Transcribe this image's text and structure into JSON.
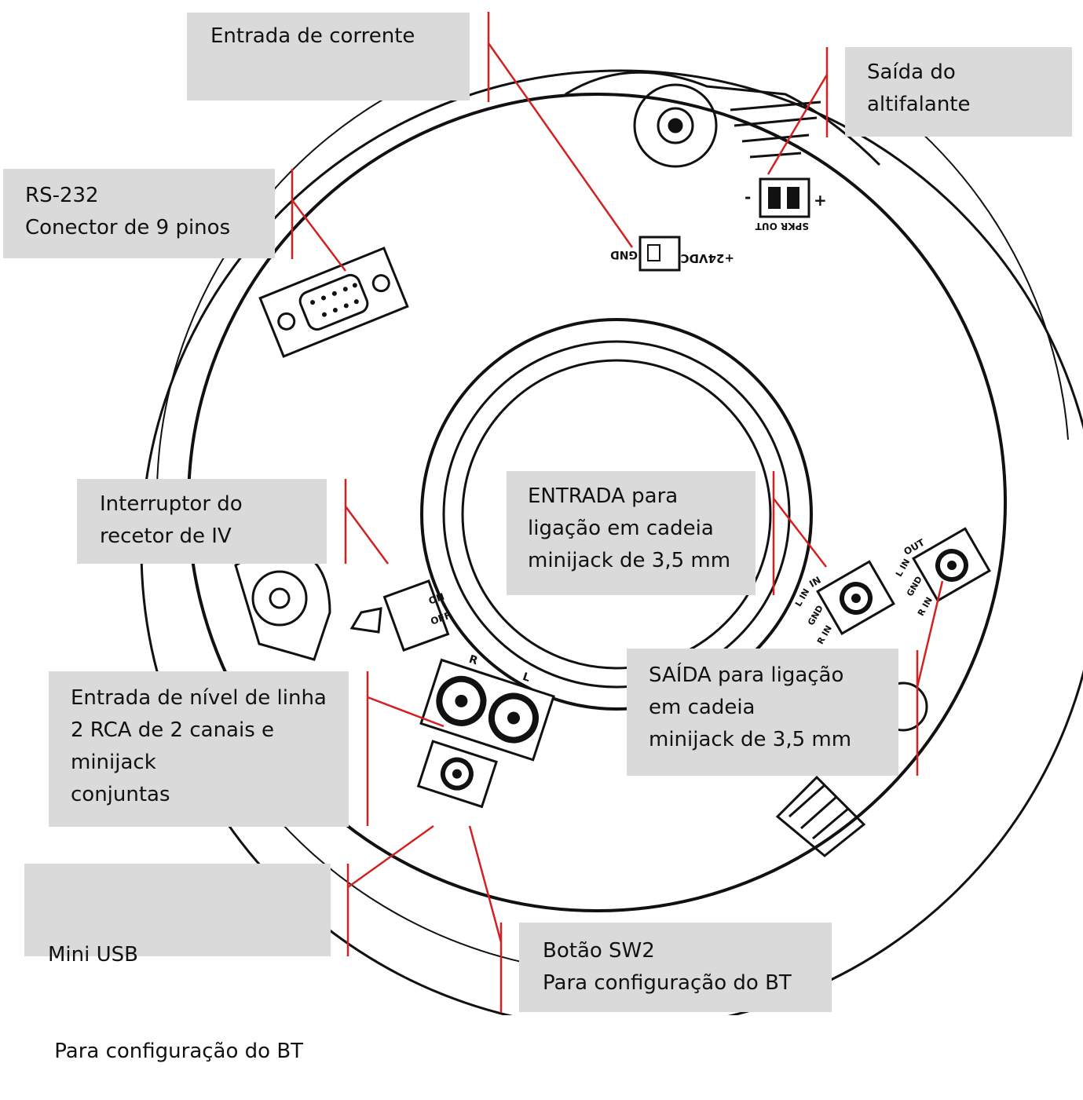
{
  "labels": {
    "power_input": [
      "Entrada de corrente"
    ],
    "speaker_output": [
      "Saída do",
      "altifalante"
    ],
    "rs232": [
      "RS-232",
      "Conector de 9 pinos"
    ],
    "ir_switch": [
      "Interruptor do",
      "recetor de IV"
    ],
    "daisy_in": [
      "ENTRADA para",
      "ligação em cadeia",
      "minijack de 3,5 mm"
    ],
    "daisy_out": [
      "SAÍDA para ligação",
      "em cadeia",
      "minijack de 3,5 mm"
    ],
    "line_input": [
      "Entrada de nível de linha",
      "2 RCA de 2 canais e",
      "minijack",
      "conjuntas"
    ],
    "mini_usb": [
      "Mini USB",
      " Para configuração do BT"
    ],
    "sw2_button": [
      "Botão SW2",
      "Para configuração do BT"
    ]
  },
  "board_markings": {
    "power_connector": "+24VDC",
    "power_gnd": "GND",
    "speaker_connector": "SPKR OUT",
    "speaker_minus": "-",
    "speaker_plus": "+",
    "ir_switch_on": "ON",
    "ir_switch_off": "OFF",
    "rca_r": "R",
    "rca_l": "L",
    "in_label": "IN",
    "out_label": "OUT",
    "pins": [
      "L IN",
      "GND",
      "R IN"
    ]
  },
  "colors": {
    "callout_line": "#d42020",
    "label_background": "#dadada",
    "outline": "#111111"
  }
}
